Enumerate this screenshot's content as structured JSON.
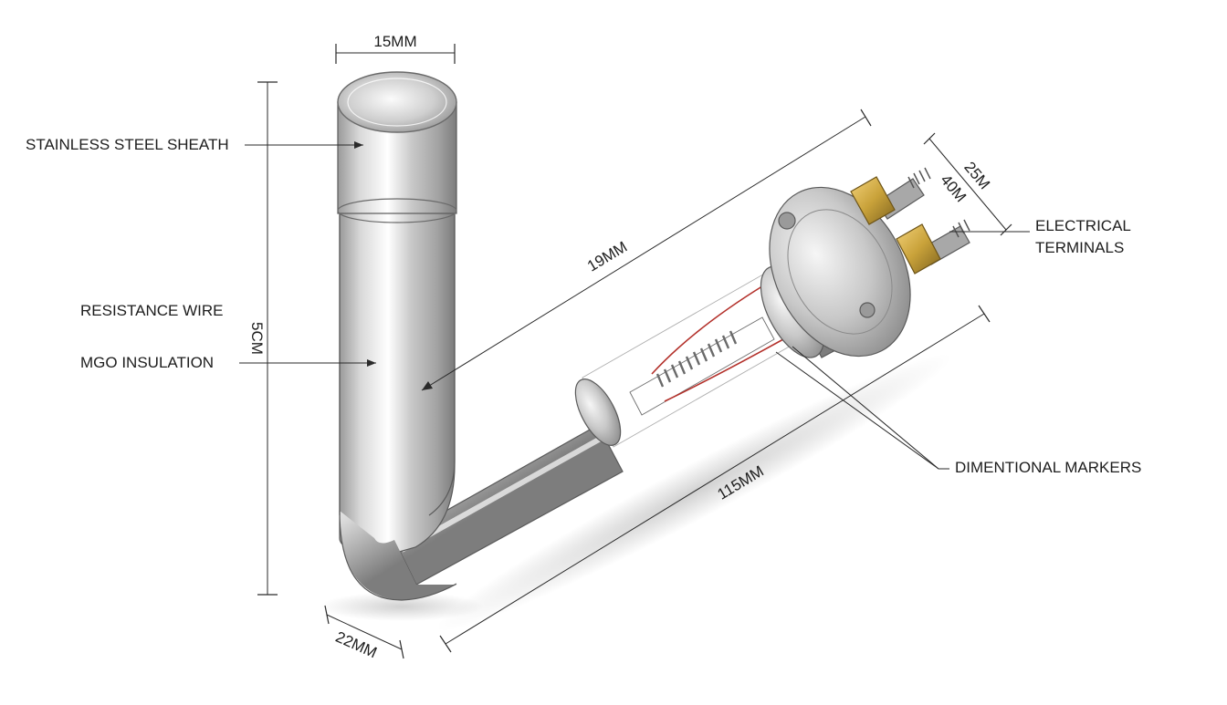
{
  "callouts": {
    "sheath": "STAINLESS STEEL SHEATH",
    "wire": "RESISTANCE WIRE",
    "insulation": "MGO INSULATION",
    "terminals_line1": "ELECTRICAL",
    "terminals_line2": "TERMINALS",
    "markers": "DIMENTIONAL MARKERS"
  },
  "dimensions": {
    "top_width": "15MM",
    "height": "5CM",
    "diagonal_upper": "19MM",
    "diagonal_lower": "115MM",
    "bottom_width": "22MM",
    "terminal_a": "25M",
    "terminal_b": "40M"
  },
  "colors": {
    "steel_light": "#f4f4f4",
    "steel_mid": "#c4c4c4",
    "steel_dark": "#8a8a8a",
    "brass": "#c9a23a",
    "wire_red": "#b3302a"
  }
}
